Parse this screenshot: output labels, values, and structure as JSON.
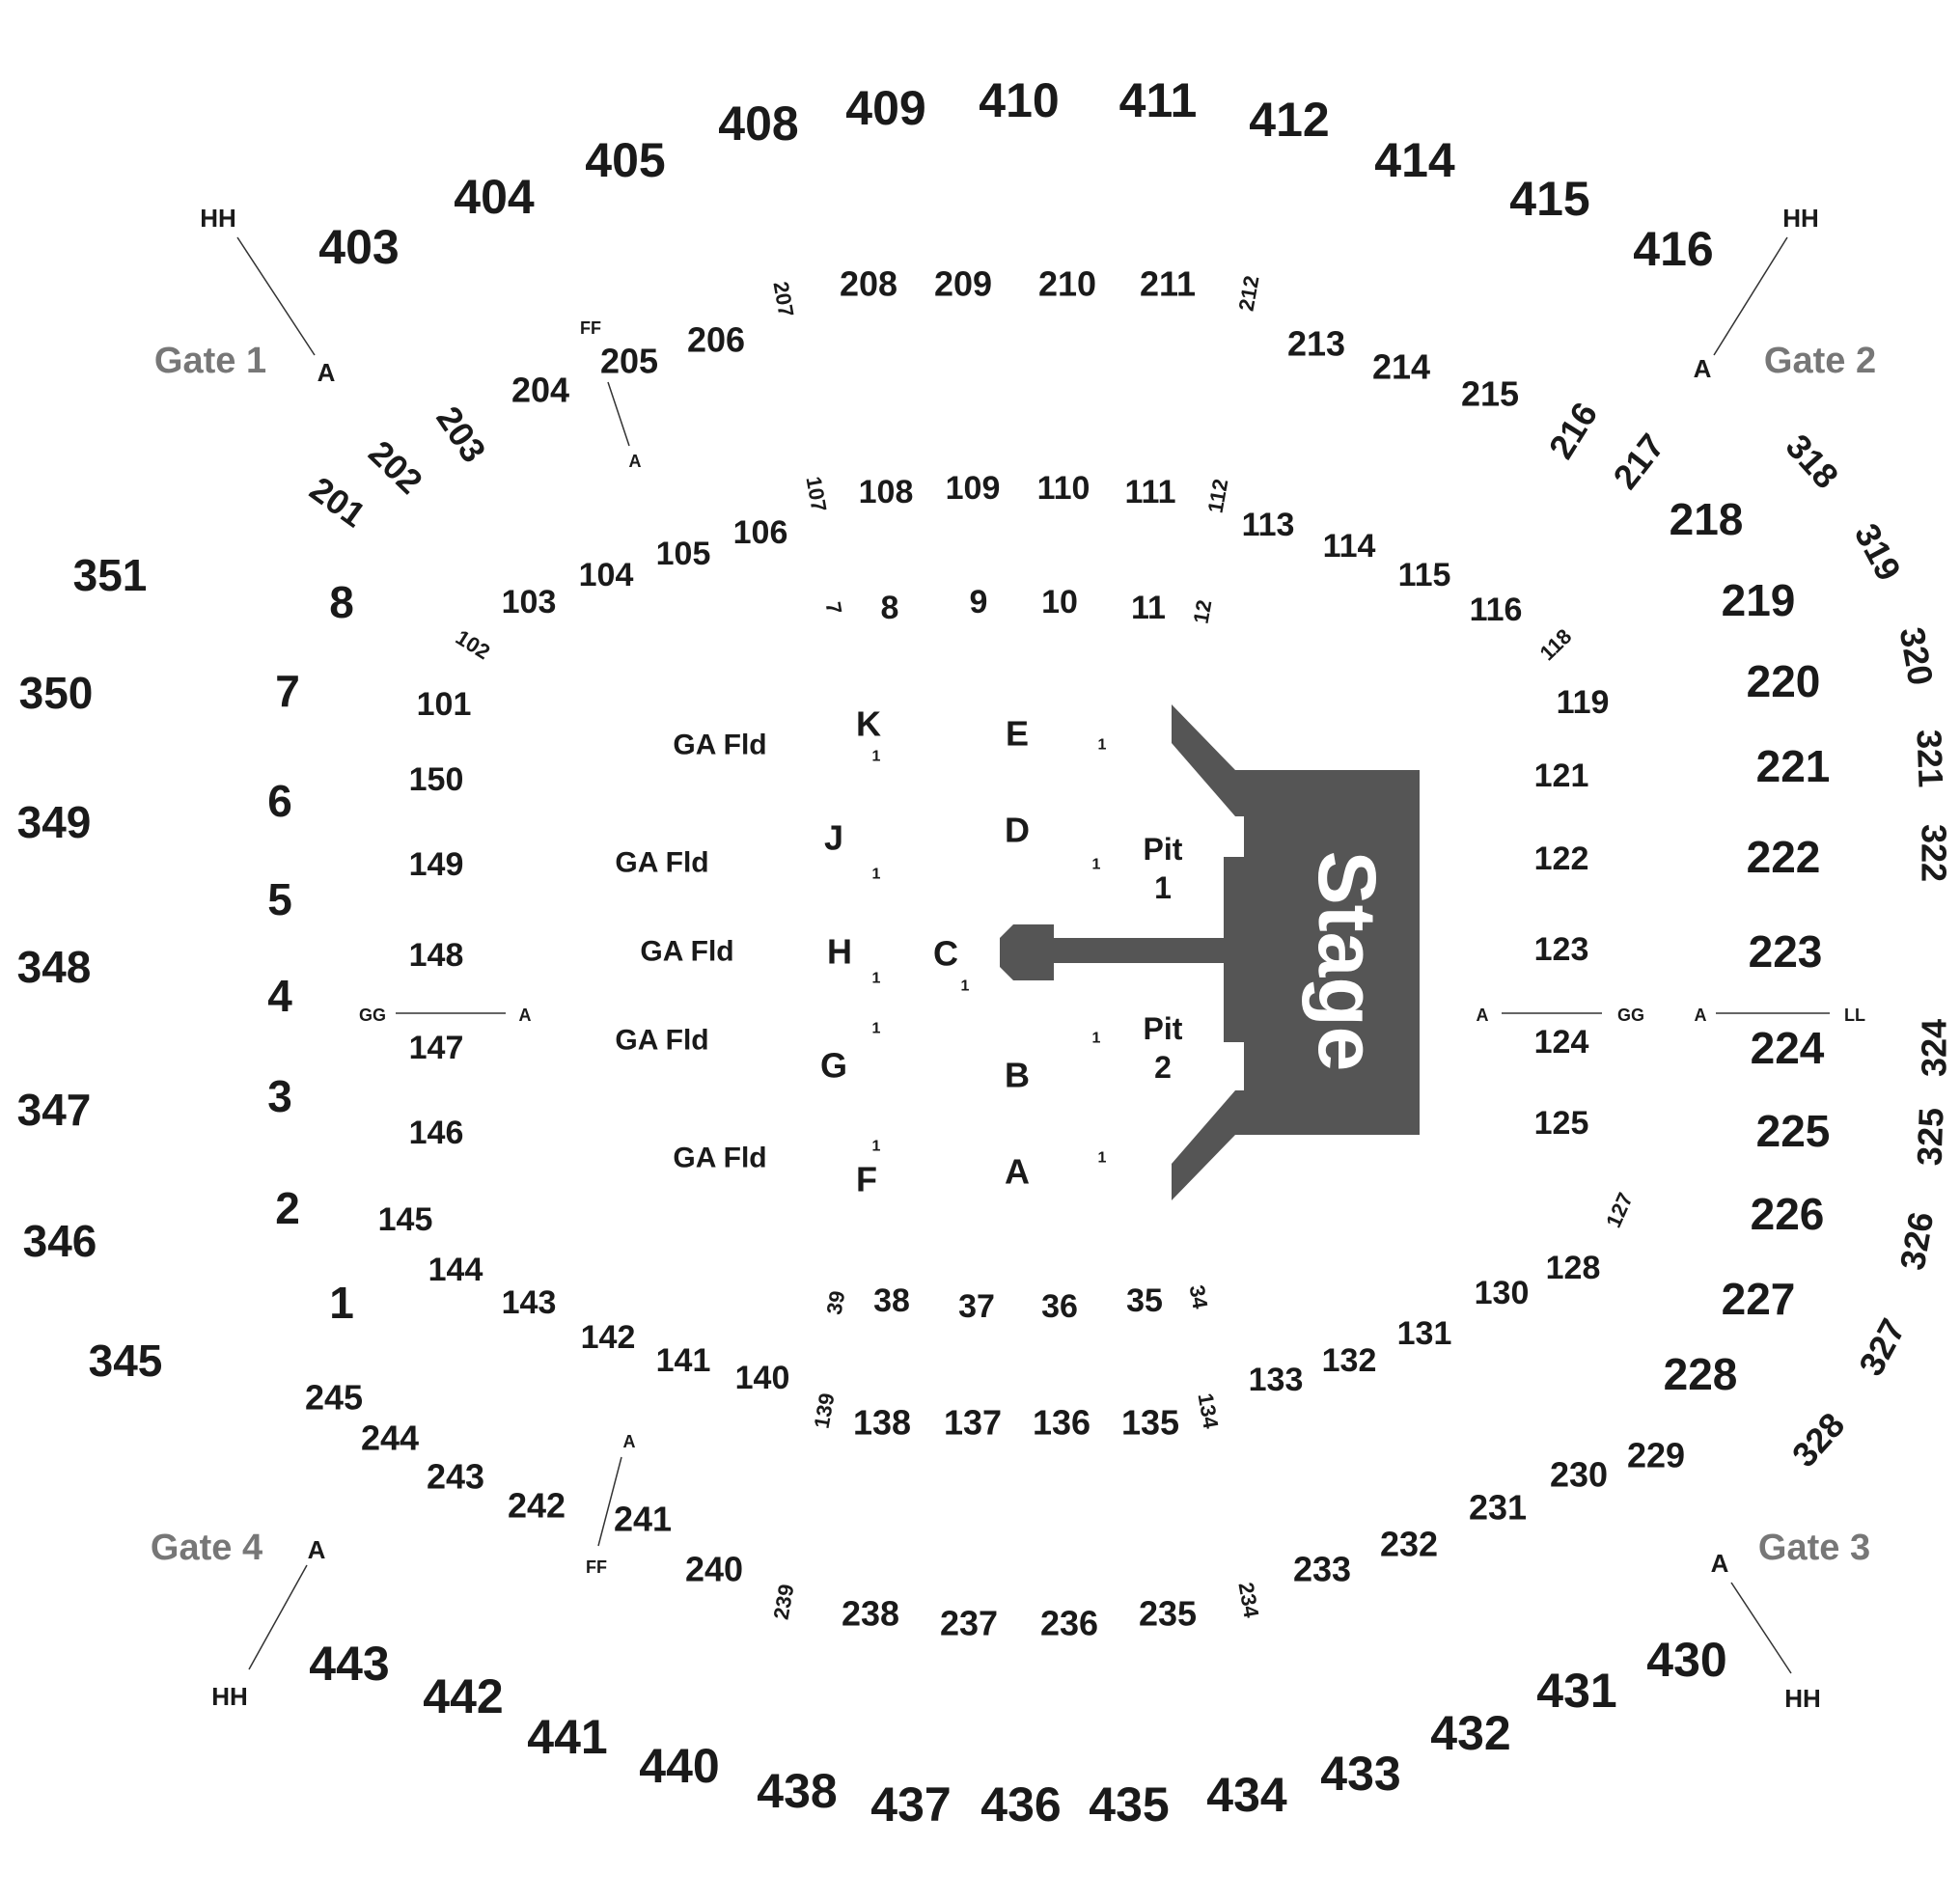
{
  "stage": {
    "label": "Stage"
  },
  "pits": [
    {
      "line1": "Pit",
      "line2": "1"
    },
    {
      "line1": "Pit",
      "line2": "2"
    }
  ],
  "gates": [
    "Gate 1",
    "Gate 2",
    "Gate 3",
    "Gate 4"
  ],
  "sections_400": [
    "403",
    "404",
    "405",
    "408",
    "409",
    "410",
    "411",
    "412",
    "414",
    "415",
    "416",
    "430",
    "431",
    "432",
    "433",
    "434",
    "435",
    "436",
    "437",
    "438",
    "440",
    "441",
    "442",
    "443"
  ],
  "sections_300": [
    "351",
    "350",
    "349",
    "348",
    "347",
    "346",
    "345",
    "318",
    "319",
    "320",
    "321",
    "322",
    "324",
    "325",
    "326",
    "327",
    "328"
  ],
  "sections_200": [
    "201",
    "202",
    "203",
    "204",
    "205",
    "206",
    "207",
    "208",
    "209",
    "210",
    "211",
    "212",
    "213",
    "214",
    "215",
    "216",
    "217",
    "218",
    "219",
    "220",
    "221",
    "222",
    "223",
    "224",
    "225",
    "226",
    "227",
    "228",
    "229",
    "230",
    "231",
    "232",
    "233",
    "234",
    "235",
    "236",
    "237",
    "238",
    "239",
    "240",
    "241",
    "242",
    "243",
    "244",
    "245"
  ],
  "sections_100": [
    "101",
    "102",
    "103",
    "104",
    "105",
    "106",
    "107",
    "108",
    "109",
    "110",
    "111",
    "112",
    "113",
    "114",
    "115",
    "116",
    "118",
    "119",
    "121",
    "122",
    "123",
    "124",
    "125",
    "127",
    "128",
    "130",
    "131",
    "132",
    "133",
    "134",
    "135",
    "136",
    "137",
    "138",
    "139",
    "140",
    "141",
    "142",
    "143",
    "144",
    "145",
    "146",
    "147",
    "148",
    "149",
    "150"
  ],
  "sections_floor_numbered": [
    "1",
    "2",
    "3",
    "4",
    "5",
    "6",
    "7",
    "8",
    "7",
    "8",
    "9",
    "10",
    "11",
    "12",
    "34",
    "35",
    "36",
    "37",
    "38",
    "39"
  ],
  "floor_letters": [
    "K",
    "J",
    "H",
    "G",
    "F",
    "E",
    "D",
    "C",
    "B",
    "A"
  ],
  "ga_label": "GA Fld",
  "row_one": "1",
  "markers": {
    "HH": "HH",
    "A": "A",
    "FF": "FF",
    "GG": "GG",
    "LL": "LL"
  }
}
